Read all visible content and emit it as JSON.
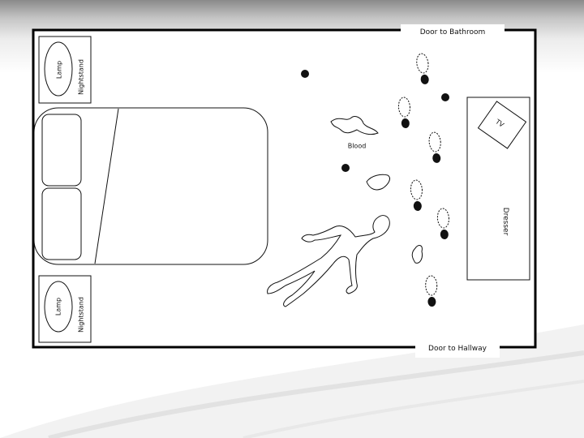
{
  "diagram": {
    "door_bathroom": "Door to Bathroom",
    "door_hallway": "Door to Hallway",
    "nightstand_top": {
      "label": "Nightstand",
      "lamp": "Lamp"
    },
    "nightstand_bottom": {
      "label": "Nightstand",
      "lamp": "Lamp"
    },
    "tv": "TV",
    "dresser": "Dresser",
    "blood": "Blood",
    "colors": {
      "line": "#111111",
      "wall": "#000000",
      "background": "#ffffff"
    },
    "icons": [
      "footprint-icon",
      "evidence-dot-icon",
      "body-outline-icon",
      "blood-stain-icon"
    ]
  }
}
